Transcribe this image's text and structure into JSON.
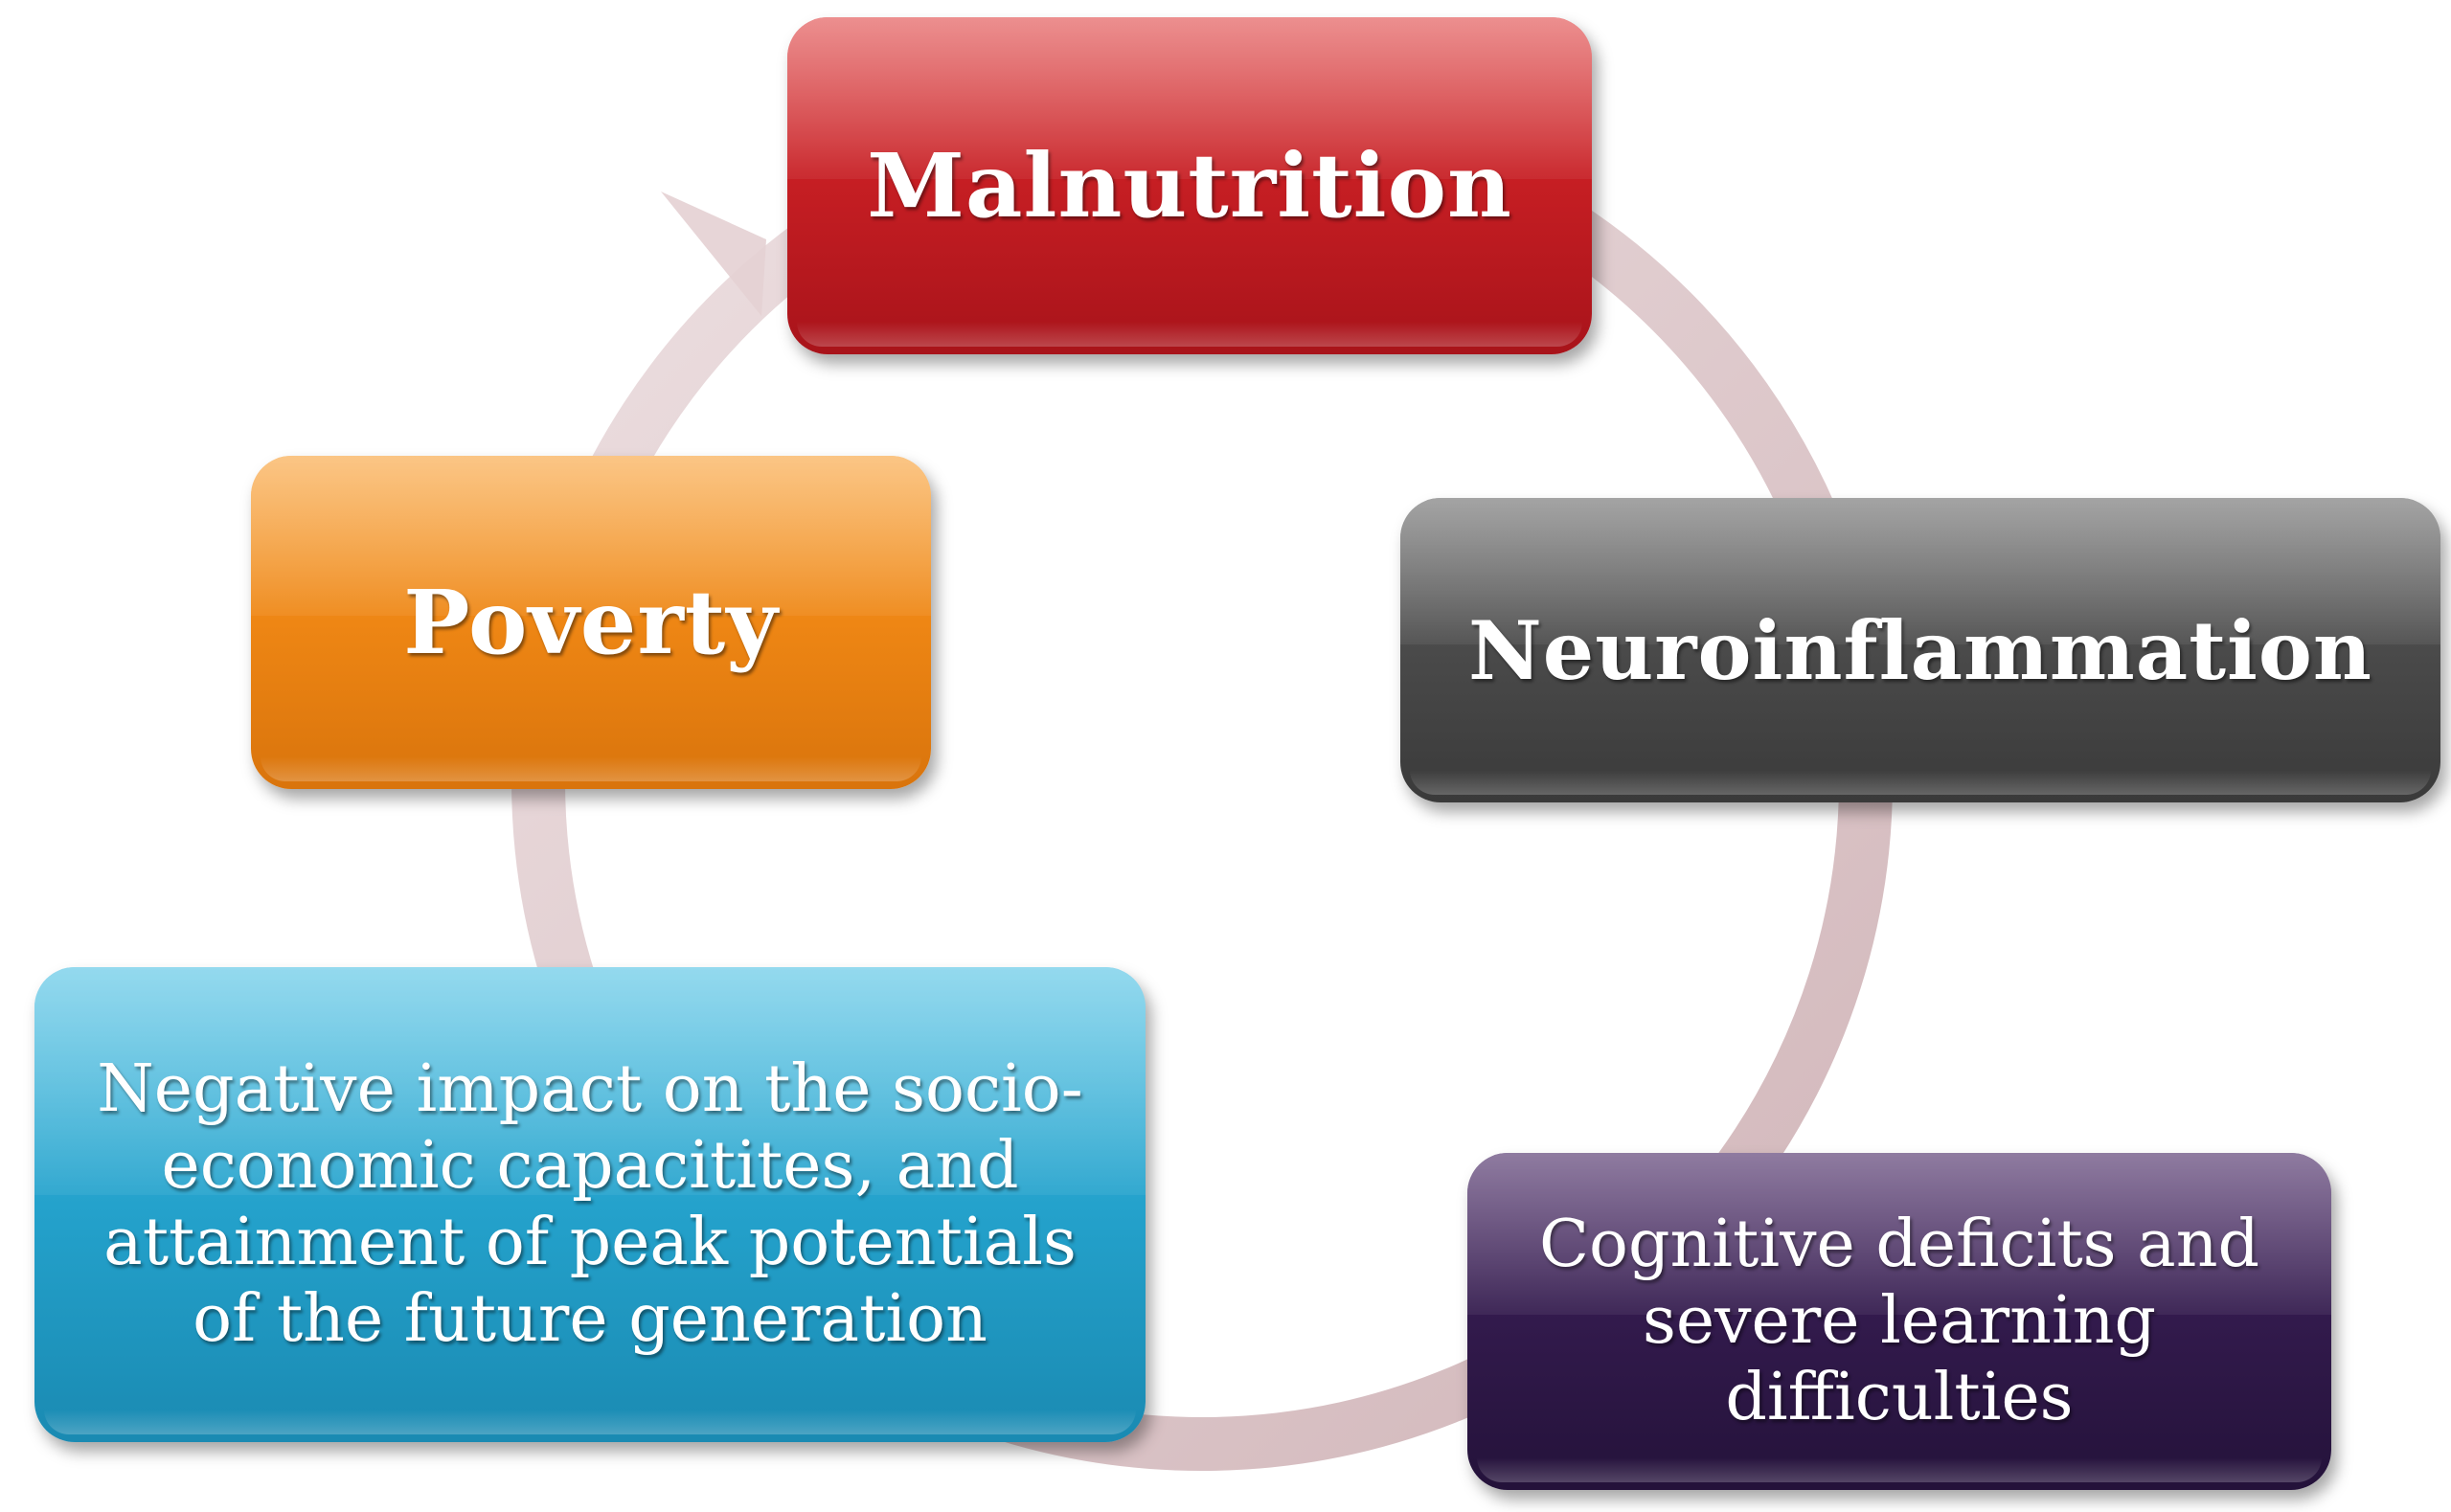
{
  "diagram": {
    "nodes": [
      {
        "id": "malnutrition",
        "label": "Malnutrition",
        "color": "#c81f24"
      },
      {
        "id": "neuroinflammation",
        "label": "Neuroinflammation",
        "color": "#4a4a4a"
      },
      {
        "id": "cognitive",
        "label_lines": [
          "Cognitive deficits and",
          "severe learning",
          "difficulties"
        ],
        "color": "#321a4c"
      },
      {
        "id": "negative-impact",
        "label_lines": [
          "Negative impact on the socio-",
          "economic capacitites, and",
          "attainment of peak potentials",
          "of the future generation"
        ],
        "color": "#24a2cc"
      },
      {
        "id": "poverty",
        "label": "Poverty",
        "color": "#ee8614"
      }
    ],
    "cycle_color": "#d9bfc2"
  }
}
